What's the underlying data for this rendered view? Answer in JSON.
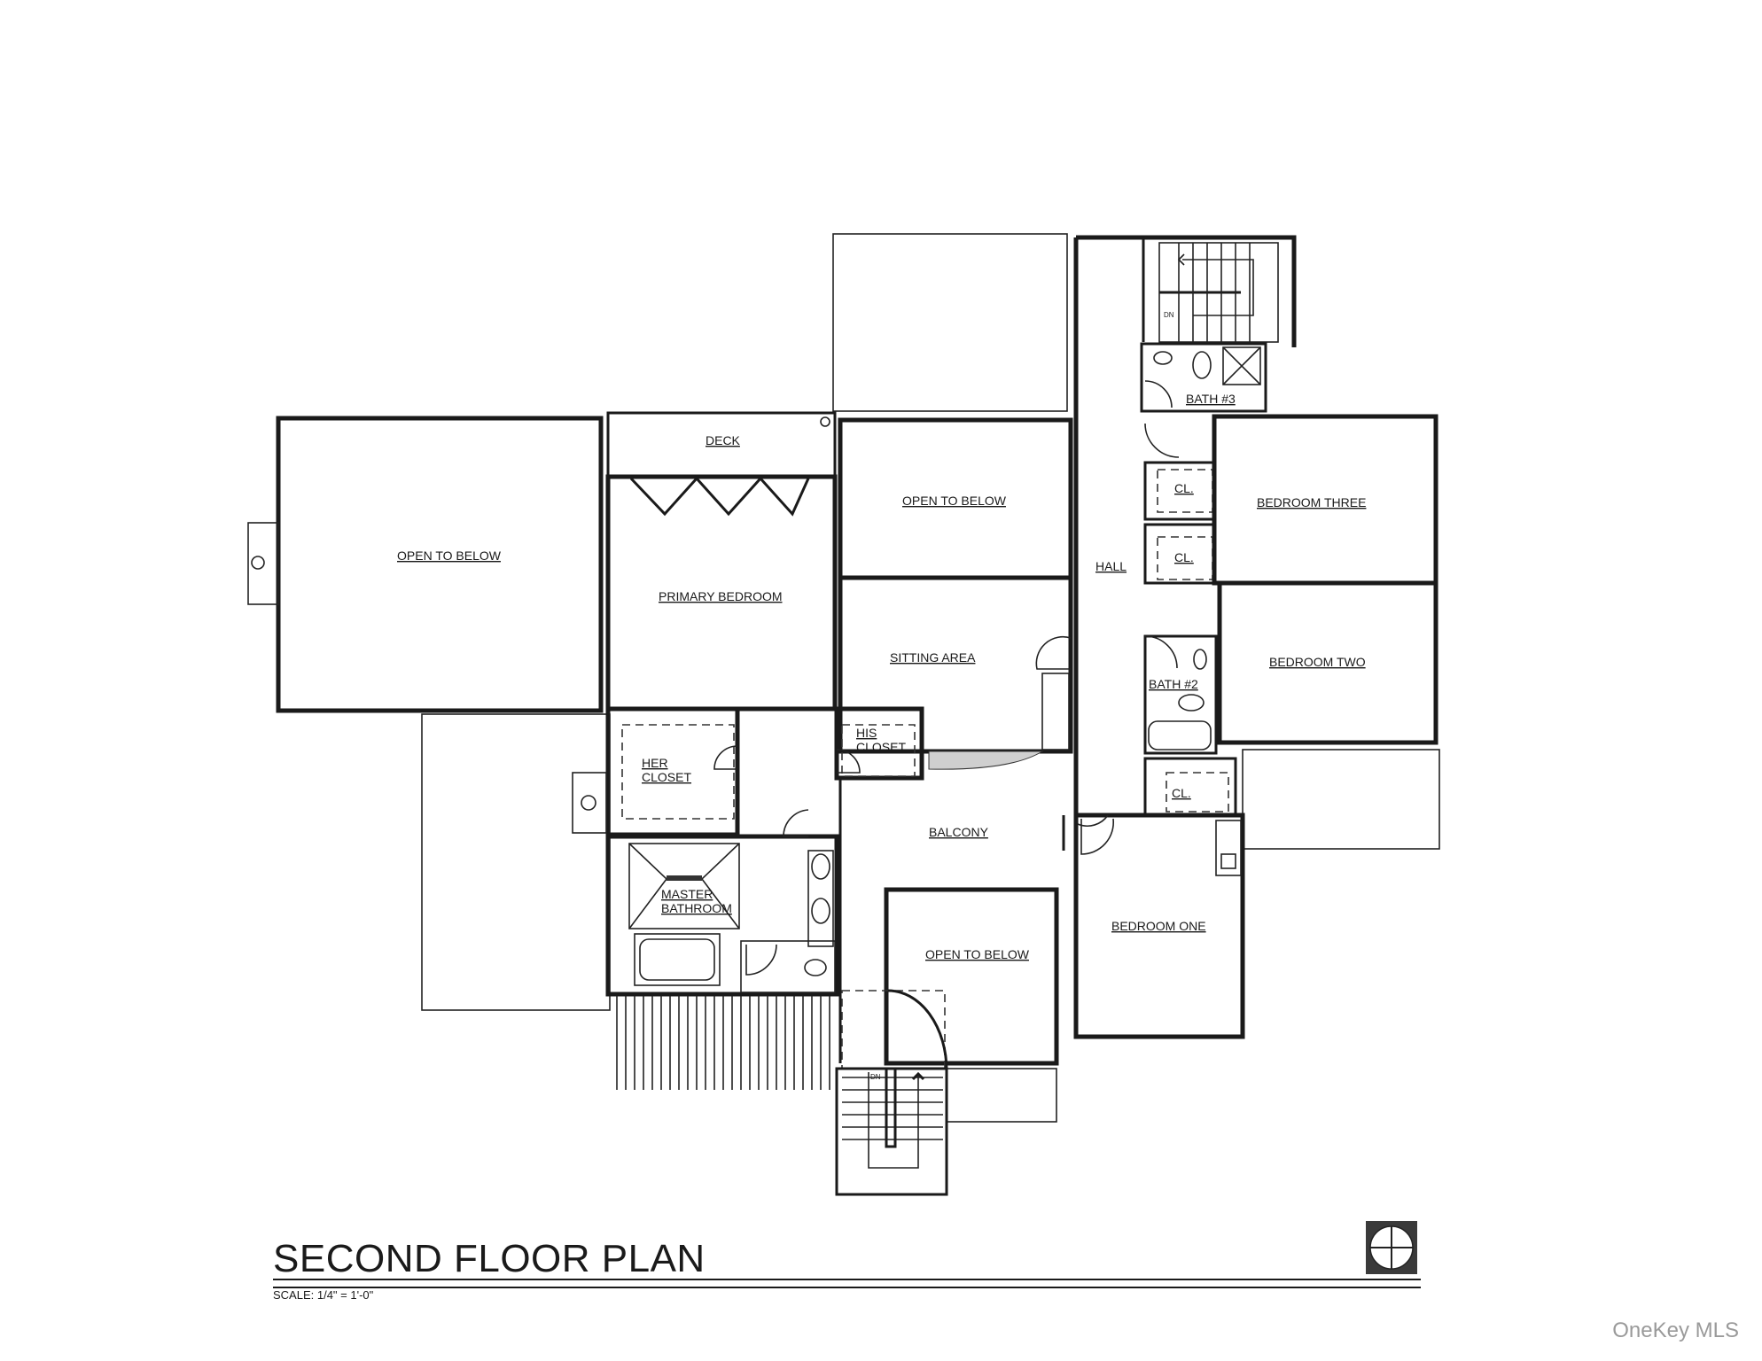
{
  "plan": {
    "title": "SECOND FLOOR PLAN",
    "scale": "SCALE: 1/4\" = 1'-0\"",
    "watermark": "OneKey MLS"
  },
  "rooms": {
    "open_to_below_west": "OPEN TO BELOW",
    "deck": "DECK",
    "primary_bedroom": "PRIMARY BEDROOM",
    "open_to_below_center": "OPEN TO BELOW",
    "sitting_area": "SITTING AREA",
    "hall": "HALL",
    "her_closet_1": "HER",
    "her_closet_2": "CLOSET",
    "his_closet_1": "HIS",
    "his_closet_2": "CLOSET",
    "master_bathroom_1": "MASTER",
    "master_bathroom_2": "BATHROOM",
    "balcony": "BALCONY",
    "open_to_below_south": "OPEN TO BELOW",
    "bedroom_one": "BEDROOM ONE",
    "bedroom_two": "BEDROOM TWO",
    "bedroom_three": "BEDROOM THREE",
    "bath_2": "BATH #2",
    "bath_3": "BATH #3",
    "closet_a": "CL.",
    "closet_b": "CL.",
    "closet_c": "CL.",
    "stair_dn_top": "DN",
    "stair_dn_bottom": "DN"
  }
}
